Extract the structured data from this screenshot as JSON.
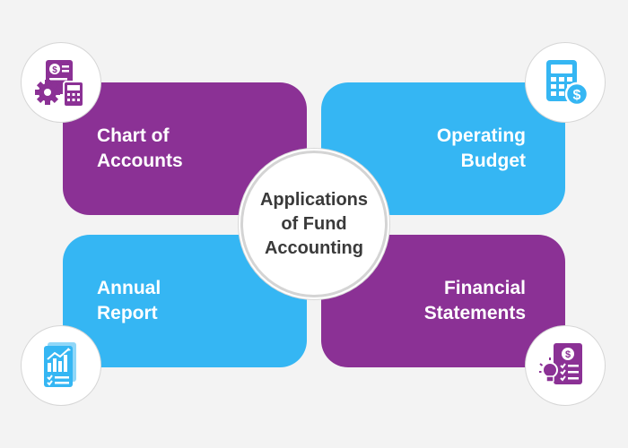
{
  "center": {
    "lines": [
      "Applications",
      "of Fund",
      "Accounting"
    ]
  },
  "cards": [
    {
      "lines": [
        "Chart of",
        "Accounts"
      ]
    },
    {
      "lines": [
        "Operating",
        "Budget"
      ]
    },
    {
      "lines": [
        "Annual",
        "Report"
      ]
    },
    {
      "lines": [
        "Financial",
        "Statements"
      ]
    }
  ],
  "icons": {
    "top_left": "accounting-document-gear-calculator-icon",
    "top_right": "calculator-dollar-icon",
    "bottom_left": "report-bar-chart-icon",
    "bottom_right": "financial-statement-lightbulb-icon",
    "dollar_symbol": "$"
  },
  "colors": {
    "purple": "#8b3195",
    "blue": "#35b6f3",
    "background": "#f3f3f3",
    "text_dark": "#3a3a3a"
  }
}
